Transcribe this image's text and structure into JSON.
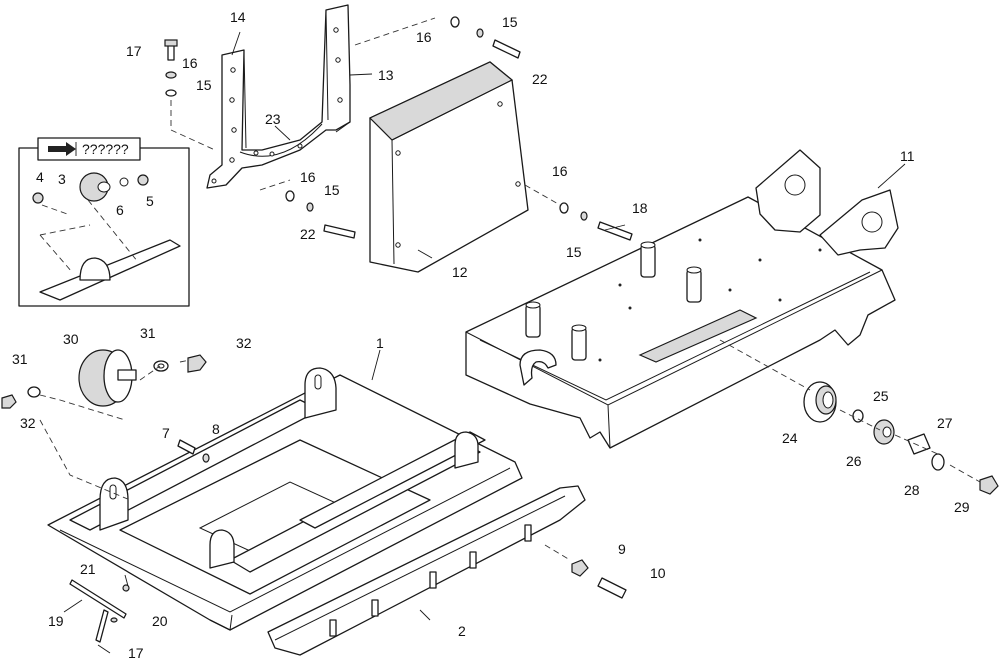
{
  "detail_box": {
    "title": "??????",
    "arrow": "arrow-right-icon"
  },
  "labels": {
    "l1": "1",
    "l2": "2",
    "l3": "3",
    "l4": "4",
    "l5": "5",
    "l6": "6",
    "l7": "7",
    "l8": "8",
    "l9": "9",
    "l10": "10",
    "l11": "11",
    "l12": "12",
    "l13": "13",
    "l14": "14",
    "l15a": "15",
    "l15b": "15",
    "l15c": "15",
    "l15d": "15",
    "l16a": "16",
    "l16b": "16",
    "l16c": "16",
    "l16d": "16",
    "l17a": "17",
    "l17b": "17",
    "l18": "18",
    "l19": "19",
    "l20": "20",
    "l21": "21",
    "l22a": "22",
    "l22b": "22",
    "l23": "23",
    "l24": "24",
    "l25": "25",
    "l26": "26",
    "l27": "27",
    "l28": "28",
    "l29": "29",
    "l30": "30",
    "l31a": "31",
    "l31b": "31",
    "l32a": "32",
    "l32b": "32"
  }
}
